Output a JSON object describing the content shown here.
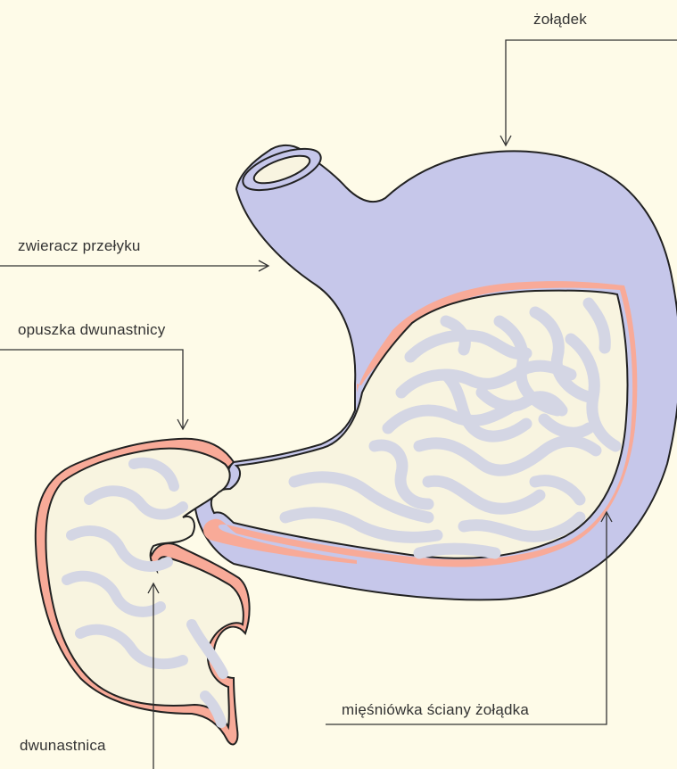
{
  "diagram": {
    "labels": {
      "stomach": "żołądek",
      "esophageal_sphincter": "zwieracz przełyku",
      "duodenal_bulb": "opuszka dwunastnicy",
      "stomach_wall_muscle": "mięśniówka ściany żołądka",
      "duodenum": "dwunastnica"
    },
    "colors": {
      "background": "#fefbe8",
      "stomach_wall": "#c6c7ea",
      "lining": "#f8aa98",
      "lumen": "#f8f4e0",
      "folds": "#d4d6e4",
      "outline": "#222222",
      "leader_line": "#333333"
    }
  }
}
